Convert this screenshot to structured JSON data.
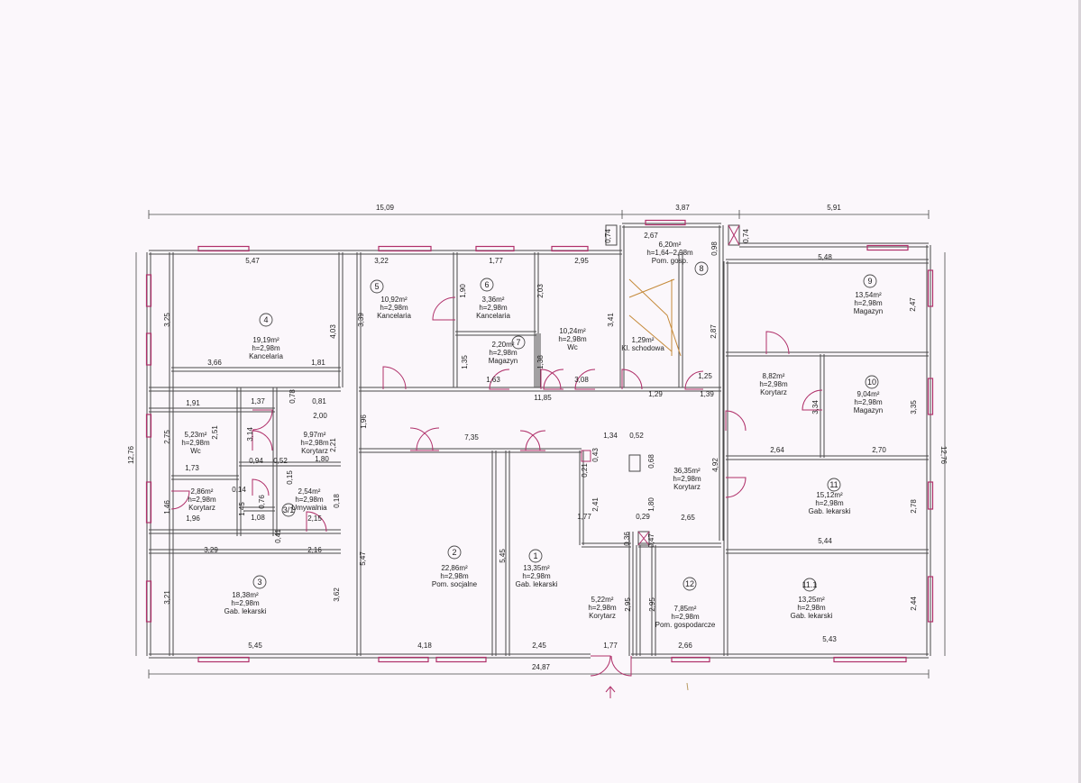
{
  "colors": {
    "wall": "#4a4a4a",
    "window": "#b0306a",
    "door": "#b0306a",
    "text": "#222222",
    "background": "#fbf7fb",
    "stair": "#c58a3a"
  },
  "rooms": [
    {
      "num": "4",
      "area": "19,19m²",
      "height": "h=2,98m",
      "name": "Kancelaria"
    },
    {
      "num": "5",
      "area": "10,92m²",
      "height": "h=2,98m",
      "name": "Kancelaria"
    },
    {
      "num": "6",
      "area": "3,36m²",
      "height": "h=2,98m",
      "name": "Kancelaria"
    },
    {
      "num": "7",
      "area": "2,20m²",
      "height": "h=2,98m",
      "name": "Magazyn"
    },
    {
      "num": "",
      "area": "10,24m²",
      "height": "h=2,98m",
      "name": "Wc"
    },
    {
      "num": "8",
      "area": "6,20m²",
      "height": "h=1,64–2,98m",
      "name": "Pom. gosp."
    },
    {
      "num": "",
      "area": "1,29m²",
      "height": "",
      "name": "Kl. schodowa"
    },
    {
      "num": "9",
      "area": "13,54m²",
      "height": "h=2,98m",
      "name": "Magazyn"
    },
    {
      "num": "",
      "area": "8,82m²",
      "height": "h=2,98m",
      "name": "Korytarz"
    },
    {
      "num": "10",
      "area": "9,04m²",
      "height": "h=2,98m",
      "name": "Magazyn"
    },
    {
      "num": "",
      "area": "5,23m²",
      "height": "h=2,98m",
      "name": "Wc"
    },
    {
      "num": "",
      "area": "9,97m²",
      "height": "h=2,98m",
      "name": "Korytarz"
    },
    {
      "num": "",
      "area": "2,86m²",
      "height": "h=2,98m",
      "name": "Korytarz"
    },
    {
      "num": "3/1",
      "area": "2,54m²",
      "height": "h=2,98m",
      "name": "Umywalnia"
    },
    {
      "num": "",
      "area": "36,35m²",
      "height": "h=2,98m",
      "name": "Korytarz"
    },
    {
      "num": "11",
      "area": "15,12m²",
      "height": "h=2,98m",
      "name": "Gab. lekarski"
    },
    {
      "num": "3",
      "area": "18,38m²",
      "height": "h=2,98m",
      "name": "Gab. lekarski"
    },
    {
      "num": "2",
      "area": "22,86m²",
      "height": "h=2,98m",
      "name": "Pom. socjalne"
    },
    {
      "num": "1",
      "area": "13,35m²",
      "height": "h=2,98m",
      "name": "Gab. lekarski"
    },
    {
      "num": "",
      "area": "5,22m²",
      "height": "h=2,98m",
      "name": "Korytarz"
    },
    {
      "num": "12",
      "area": "7,85m²",
      "height": "h=2,98m",
      "name": "Pom. gospodarcze"
    },
    {
      "num": "11.1",
      "area": "13,25m²",
      "height": "h=2,98m",
      "name": "Gab. lekarski"
    }
  ],
  "dimensions": [
    "15,09",
    "3,87",
    "5,91",
    "24,87",
    "12,76",
    "12,76",
    "5,47",
    "3,22",
    "1,77",
    "2,95",
    "2,67",
    "0,74",
    "0,74",
    "0,98",
    "5,48",
    "3,25",
    "4,03",
    "3,39",
    "1,90",
    "2,03",
    "3,41",
    "2,87",
    "2,47",
    "3,66",
    "1,81",
    "1,35",
    "1,38",
    "1,63",
    "11,85",
    "3,08",
    "1,25",
    "1,39",
    "1,29",
    "1,91",
    "1,37",
    "0,78",
    "0,81",
    "2,00",
    "1,96",
    "2,75",
    "2,51",
    "3,14",
    "2,21",
    "1,73",
    "0,94",
    "0,52",
    "1,80",
    "7,35",
    "1,34",
    "0,52",
    "0,43",
    "0,21",
    "0,68",
    "4,92",
    "3,34",
    "3,35",
    "2,64",
    "2,70",
    "0,14",
    "0,15",
    "1,45",
    "0,76",
    "0,18",
    "1,46",
    "1,96",
    "1,08",
    "2,15",
    "0,41",
    "2,41",
    "1,80",
    "1,77",
    "0,29",
    "2,65",
    "2,78",
    "0,36",
    "0,47",
    "3,29",
    "2,16",
    "5,45",
    "5,44",
    "3,21",
    "3,62",
    "5,47",
    "2,95",
    "2,95",
    "2,44",
    "5,45",
    "4,18",
    "2,45",
    "1,77",
    "2,66",
    "5,43"
  ]
}
